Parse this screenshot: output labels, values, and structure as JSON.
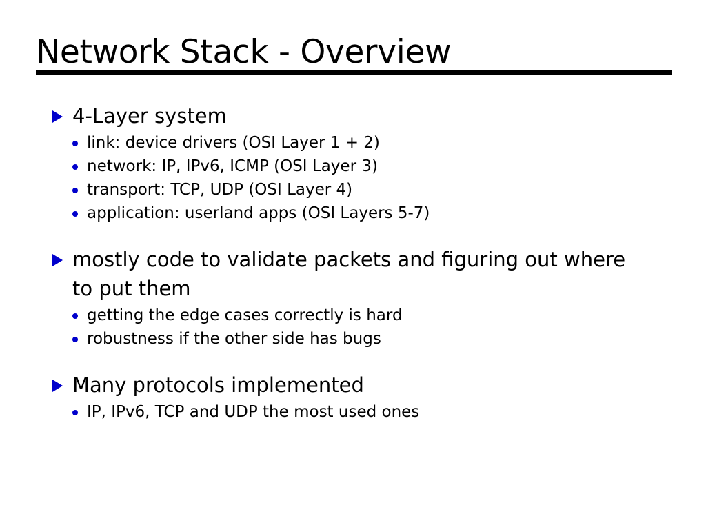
{
  "slide": {
    "title": "Network Stack - Overview",
    "accent_color": "#0000cc",
    "text_color": "#000000",
    "background_color": "#ffffff",
    "rule_color": "#000000",
    "bullet_level1_icon": "triangle-right-bullet",
    "bullet_level2_icon": "round-dot-bullet",
    "groups": [
      {
        "heading": "4-Layer system",
        "items": [
          "link: device drivers (OSI Layer 1 + 2)",
          "network: IP, IPv6, ICMP (OSI Layer 3)",
          "transport: TCP, UDP (OSI Layer 4)",
          "application: userland apps (OSI Layers 5-7)"
        ]
      },
      {
        "heading": "mostly code to validate packets and figuring out where to put them",
        "items": [
          "getting the edge cases correctly is hard",
          "robustness if the other side has bugs"
        ]
      },
      {
        "heading": "Many protocols implemented",
        "items": [
          "IP, IPv6, TCP and UDP the most used ones"
        ]
      }
    ]
  }
}
